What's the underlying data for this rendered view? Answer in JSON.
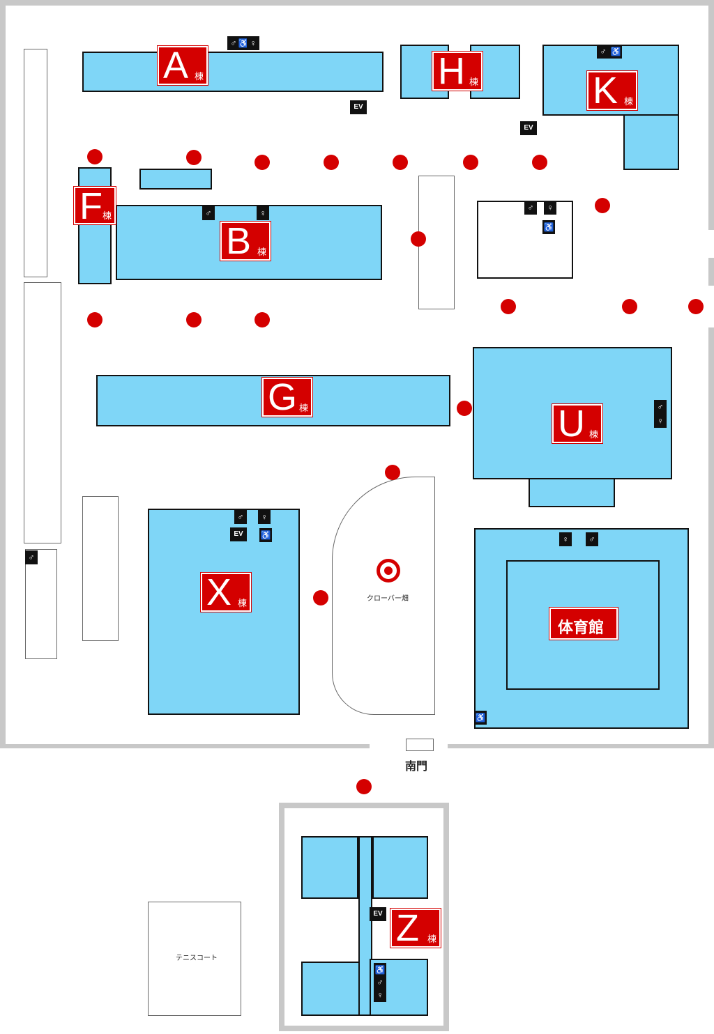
{
  "buildings": [
    {
      "id": "A",
      "letter": "A",
      "suffix": "棟"
    },
    {
      "id": "H",
      "letter": "H",
      "suffix": "棟"
    },
    {
      "id": "K",
      "letter": "K",
      "suffix": "棟"
    },
    {
      "id": "F",
      "letter": "F",
      "suffix": "棟"
    },
    {
      "id": "B",
      "letter": "B",
      "suffix": "棟"
    },
    {
      "id": "G",
      "letter": "G",
      "suffix": "棟"
    },
    {
      "id": "U",
      "letter": "U",
      "suffix": "棟"
    },
    {
      "id": "X",
      "letter": "X",
      "suffix": "棟"
    },
    {
      "id": "Z",
      "letter": "Z",
      "suffix": "棟"
    }
  ],
  "gym": "体育館",
  "clover_field": "クローバー畑",
  "tennis_court": "テニスコート",
  "south_gate": "南門",
  "elevator_label": "EV",
  "colors": {
    "building": "#7fd6f7",
    "marker": "#d40000",
    "wall": "#c8c8c8"
  }
}
